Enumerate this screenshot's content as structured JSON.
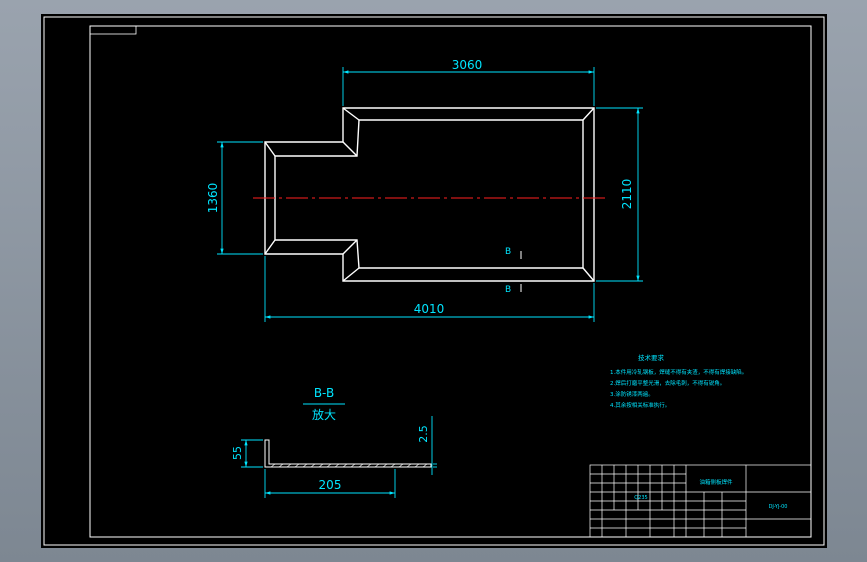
{
  "drawing": {
    "dims": {
      "top_width": "3060",
      "bottom_width": "4010",
      "right_height": "2110",
      "left_height": "1360"
    },
    "section": {
      "marker": "B",
      "title": "B-B",
      "scale_label": "放大",
      "dim_leg": "55",
      "dim_thickness": "2.5",
      "dim_length": "205"
    },
    "notes": {
      "heading": "技术要求",
      "lines": [
        "1.本件用冷轧钢板，焊缝不得有夹渣，不得有焊接缺陷。",
        "2.焊后打磨平整光滑，去除毛刺，不得有锐角。",
        "3.涂防锈漆两遍。",
        "4.其余按相关标准执行。"
      ]
    },
    "title_block": {
      "part_name": "油箱侧板焊件",
      "drawing_no": "DJ-YJ-00",
      "material": "Q235"
    }
  },
  "colors": {
    "background": "#000000",
    "outline": "#ffffff",
    "dimension": "#00e5ff",
    "centerline": "#ff2020"
  }
}
